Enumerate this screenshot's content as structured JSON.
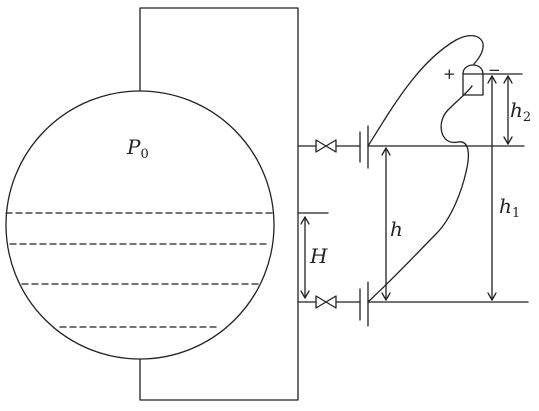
{
  "colors": {
    "line": "#222222",
    "background": "#ffffff"
  },
  "labels": {
    "pressure": {
      "main": "P",
      "sub": "0"
    },
    "liquid_height": "H",
    "impulse_height": "h",
    "h1": {
      "main": "h",
      "sub": "1"
    },
    "h2": {
      "main": "h",
      "sub": "2"
    },
    "plus": "+",
    "minus": "−"
  }
}
